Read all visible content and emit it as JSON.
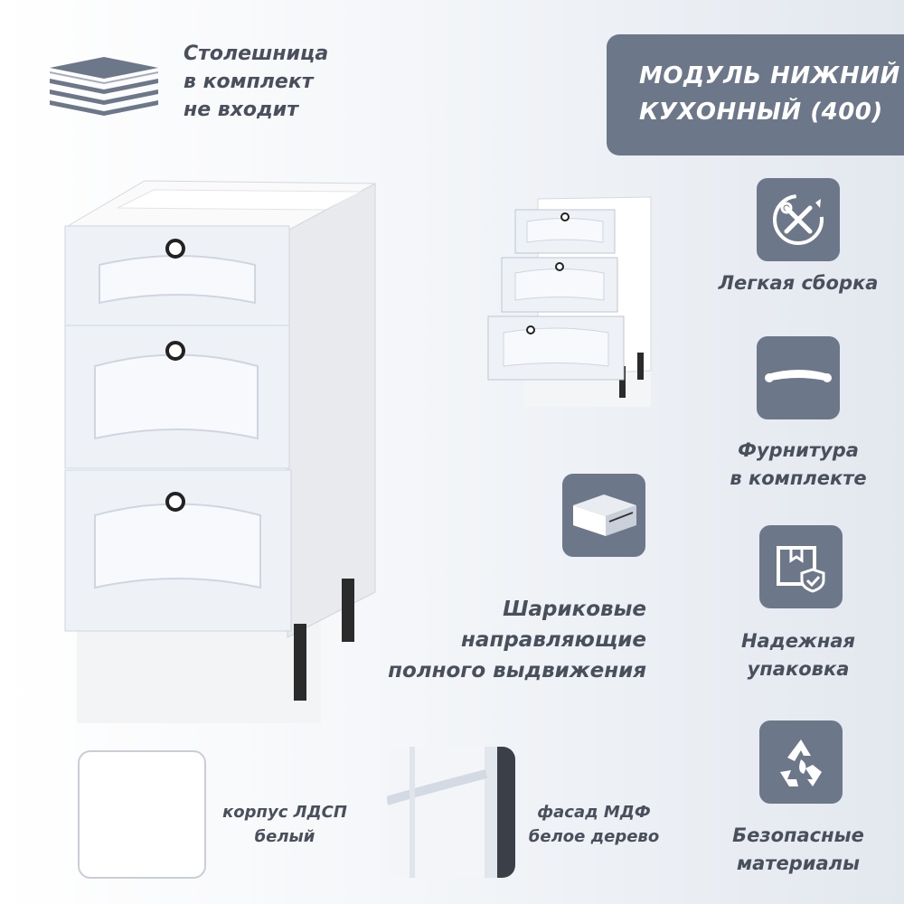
{
  "countertop_note": {
    "lines": [
      "Столешница",
      "в комплект",
      "не входит"
    ],
    "icon": "stacked-boards-icon"
  },
  "title": {
    "line1": "МОДУЛЬ НИЖНИЙ",
    "line2": "КУХОННЫЙ (400)"
  },
  "features": [
    {
      "icon": "assembly-tools-icon",
      "lines": [
        "Легкая сборка"
      ]
    },
    {
      "icon": "handle-icon",
      "lines": [
        "Фурнитура",
        "в комплекте"
      ]
    },
    {
      "icon": "package-shield-icon",
      "lines": [
        "Надежная",
        "упаковка"
      ]
    },
    {
      "icon": "recycle-icon",
      "lines": [
        "Безопасные",
        "материалы"
      ]
    }
  ],
  "rails": {
    "icon": "drawer-rail-icon",
    "lines": [
      "Шариковые",
      "направляющие",
      "полного выдвижения"
    ]
  },
  "materials": {
    "body": {
      "lines": [
        "корпус ЛДСП",
        "белый"
      ]
    },
    "facade": {
      "lines": [
        "фасад МДФ",
        "белое дерево"
      ]
    }
  },
  "colors": {
    "accent": "#6c778a",
    "text": "#4a505b",
    "cabinet_white": "#ffffff",
    "facade_white": "#eef2f7",
    "leg_black": "#2b2b2b"
  }
}
